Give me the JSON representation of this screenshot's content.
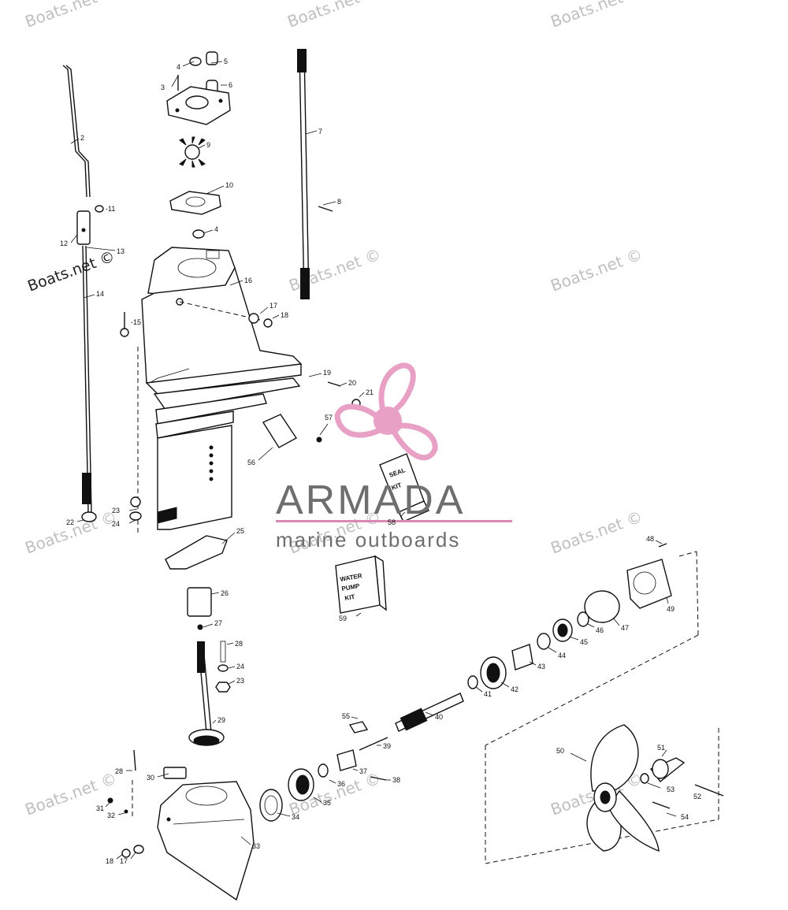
{
  "watermark": "Boats.net ©",
  "brand": {
    "name": "ARMADA",
    "tagline": "marine outboards",
    "logo_color": "#e8a0c4",
    "underline_color": "#d88ab4"
  },
  "kits": {
    "seal": [
      "SEAL",
      "KIT"
    ],
    "water_pump": [
      "WATER",
      "PUMP",
      "KIT"
    ]
  },
  "labels": {
    "l2": "2",
    "l3": "3",
    "l4a": "4",
    "l5": "5",
    "l6": "6",
    "l7": "7",
    "l8": "8",
    "l9": "9",
    "l10": "10",
    "l11": "-11",
    "l4b": "4",
    "l12": "12",
    "l13": "13",
    "l14": "14",
    "l15": "-15",
    "l16": "16",
    "l17a": "17",
    "l18a": "18",
    "l19": "19",
    "l20": "20",
    "l21": "21",
    "l57": "57",
    "l56": "56",
    "l58": "58",
    "l23a": "23",
    "l24a": "24",
    "l22": "22",
    "l25": "25",
    "l59": "59",
    "l48": "48",
    "l49": "49",
    "l47": "47",
    "l46": "46",
    "l45": "45",
    "l44": "44",
    "l43": "43",
    "l42": "42",
    "l41": "41",
    "l40": "40",
    "l26": "26",
    "l27": "27",
    "l28a": "28",
    "l24b": "24",
    "l23b": "23",
    "l29": "29",
    "l55": "55",
    "l39": "39",
    "l38": "38",
    "l37": "37",
    "l36": "36",
    "l35": "35",
    "l34": "34",
    "l33": "33",
    "l28b": "28",
    "l30": "30",
    "l31": "31",
    "l32": "32",
    "l18b": "18",
    "l17b": "17",
    "l50": "50",
    "l51": "51",
    "l53": "53",
    "l52": "52",
    "l54": "54"
  }
}
